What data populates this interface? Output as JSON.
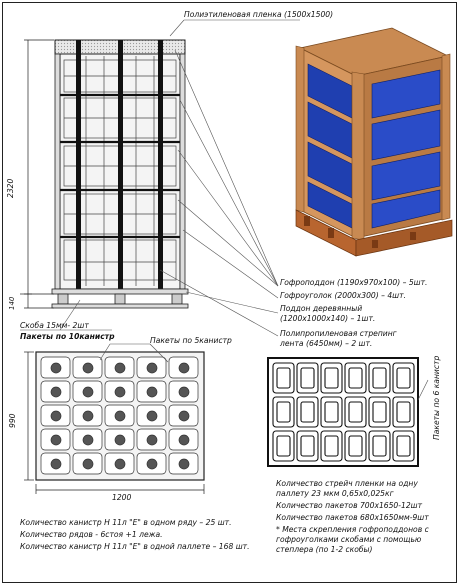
{
  "labels": {
    "film": "Полиэтиленовая пленка (1500х1500)",
    "gofropoddon": "Гофроподдон (1190х970х100) – 5шт.",
    "gofrougolok": "Гофроуголок (2000х300) – 4шт.",
    "poddon_line1": "Поддон деревянный",
    "poddon_line2": "(1200х1000х140) – 1шт.",
    "strap_line1": "Полипропиленовая стрепинг",
    "strap_line2": "лента (6450мм) – 2 шт.",
    "skoba": "Скоба 15мм- 2шт",
    "pakety10": "Пакеты по 10канистр",
    "pakety5": "Пакеты по 5канистр",
    "pakety6": "Пакеты по 6 канистр"
  },
  "dimensions": {
    "height": "2320",
    "pallet_h": "140",
    "depth": "990",
    "width": "1200"
  },
  "notes_left": [
    "Количество канистр Н 11л \"Е\" в одном ряду – 25 шт.",
    "Количество рядов - 6стоя +1 лежа.",
    "Количество канистр Н 11л \"Е\" в одной паллете – 168 шт."
  ],
  "notes_right": [
    "Количество стрейч пленки на одну",
    "паллету 23 мкм  0,65х0,025кг",
    "Количество пакетов 700х1650-12шт",
    "Количество пакетов 680х1650мм-9шт",
    " * Места скрепления гофроподдонов с",
    "гофроуголками скобами с помощью",
    "степлера (по 1-2 скобы)"
  ],
  "colors": {
    "cardboard": "#c98a52",
    "pallet_wood": "#b8652f",
    "canister_blue": "#1f3fb0",
    "line": "#222222"
  }
}
